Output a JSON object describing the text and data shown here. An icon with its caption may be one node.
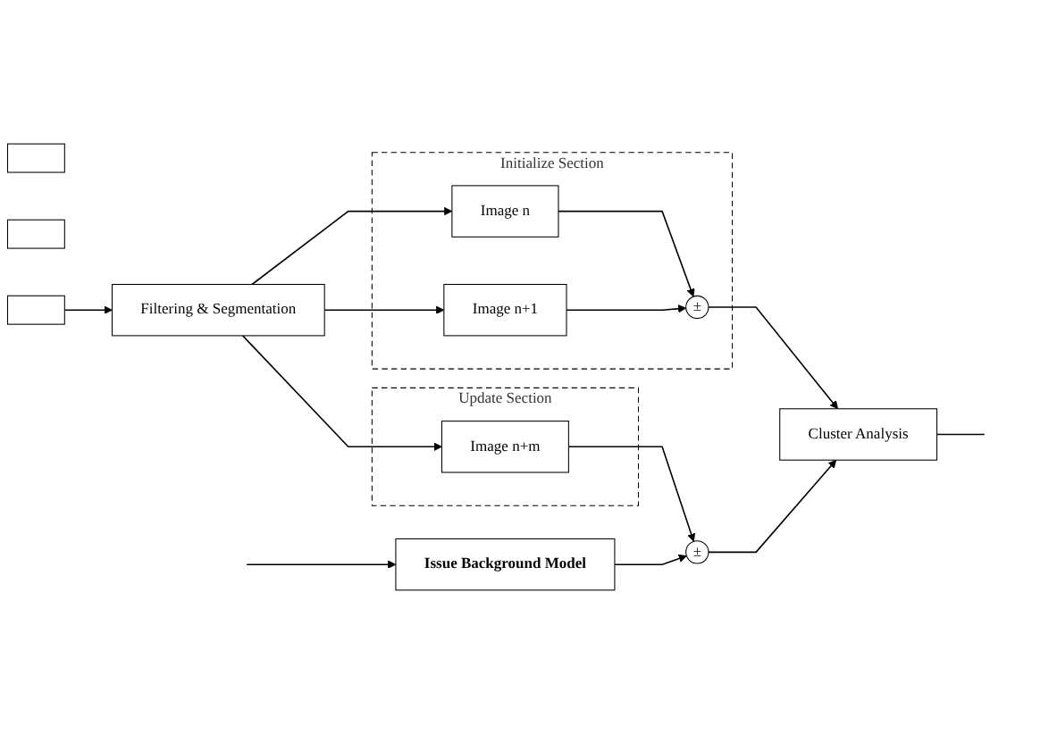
{
  "diagram": {
    "nodes": [
      {
        "text": [],
        "shape": "box"
      },
      {
        "text": [],
        "shape": "box"
      },
      {
        "text": [],
        "shape": "box"
      },
      {
        "text": [
          "Filtering & Segmentation"
        ]
      },
      {
        "text": [
          "Initialize Section"
        ]
      },
      {
        "text": [
          "Image n"
        ],
        "in": 4
      },
      {
        "text": [
          "Image n+1"
        ],
        "in": 4
      },
      {
        "text": [
          "±"
        ],
        "in": 4
      },
      {
        "text": [
          "Cluster Analysis"
        ]
      },
      {
        "text": [
          "Update Section"
        ]
      },
      {
        "text": [
          "Image n+m"
        ],
        "in": 9
      },
      {
        "text": [
          "±"
        ]
      },
      {
        "text": [
          "Issue Background Model"
        ]
      }
    ],
    "edges": [
      {
        "from": 2,
        "to": 3,
        "arrow": "to"
      },
      {
        "from": 3,
        "to": 5,
        "arrow": "to"
      },
      {
        "from": 3,
        "to": 6,
        "arrow": "to"
      },
      {
        "from": 3,
        "to": 10,
        "arrow": "to"
      },
      {
        "from": 5,
        "to": 7,
        "arrow": "to"
      },
      {
        "from": 6,
        "to": 7,
        "arrow": "to"
      },
      {
        "from": 7,
        "to": 8,
        "arrow": "to"
      },
      {
        "from": 10,
        "to": 11,
        "arrow": "to"
      },
      {
        "from": 11,
        "to": 8,
        "arrow": "to"
      },
      {
        "from": 12,
        "to": 11,
        "arrow": "to"
      },
      {
        "from": 8,
        "to": null,
        "arrow": "none"
      },
      {
        "from": null,
        "to": 12,
        "arrow": "to"
      }
    ]
  }
}
